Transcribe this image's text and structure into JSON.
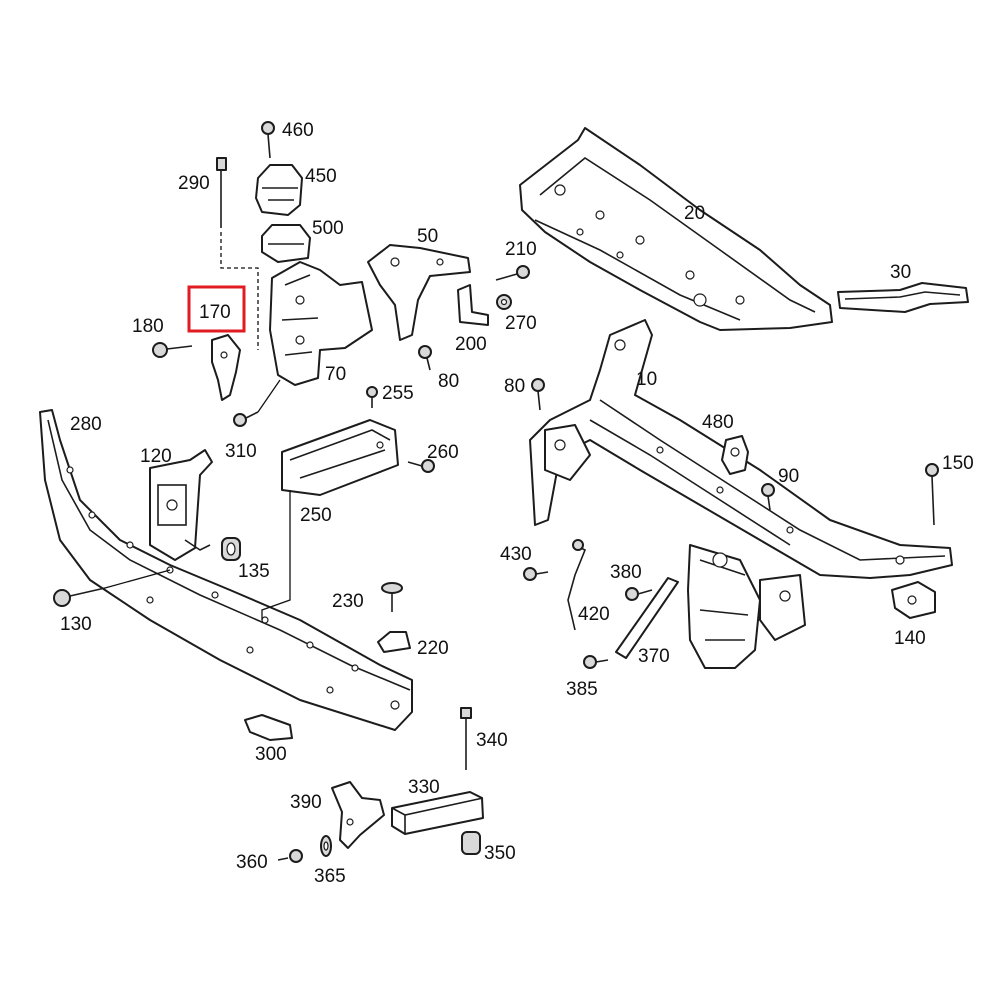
{
  "highlight": {
    "part": "170",
    "color": "#e11b22"
  },
  "labels": {
    "p10": "10",
    "p20": "20",
    "p30": "30",
    "p50": "50",
    "p70": "70",
    "p80a": "80",
    "p80b": "80",
    "p90": "90",
    "p120": "120",
    "p130": "130",
    "p135": "135",
    "p140": "140",
    "p150": "150",
    "p170": "170",
    "p180": "180",
    "p200": "200",
    "p210": "210",
    "p220": "220",
    "p230": "230",
    "p250": "250",
    "p255": "255",
    "p260": "260",
    "p270": "270",
    "p280": "280",
    "p290": "290",
    "p300": "300",
    "p310": "310",
    "p330": "330",
    "p340": "340",
    "p350": "350",
    "p360": "360",
    "p365": "365",
    "p370": "370",
    "p380": "380",
    "p385": "385",
    "p390": "390",
    "p420": "420",
    "p430": "430",
    "p450": "450",
    "p460": "460",
    "p480": "480",
    "p500": "500"
  }
}
